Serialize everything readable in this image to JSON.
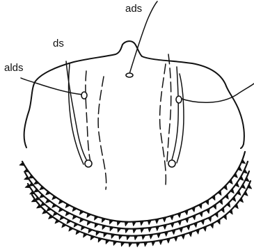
{
  "labels": {
    "ads": "ads",
    "ds": "ds",
    "alds": "alds"
  },
  "colors": {
    "ink": "#111111",
    "background": "#ffffff"
  }
}
